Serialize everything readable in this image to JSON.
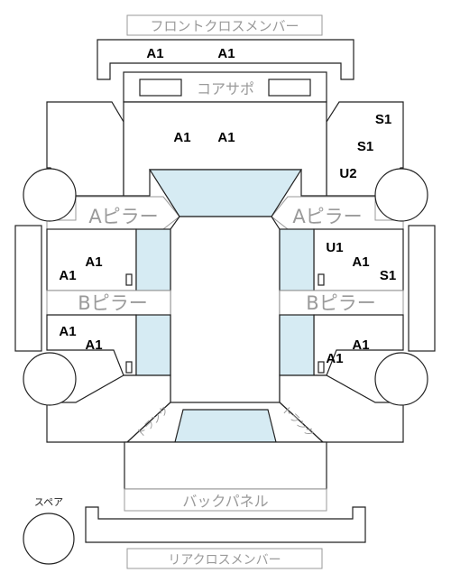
{
  "labels": {
    "front_cross_member": "フロントクロスメンバー",
    "core_support": "コアサポ",
    "a_pillar_left": "Aピラー",
    "a_pillar_right": "Aピラー",
    "b_pillar_left": "Bピラー",
    "b_pillar_right": "Bピラー",
    "back_panel": "バックパネル",
    "rear_cross_member": "リアクロスメンバー",
    "spare": "スペア",
    "trunk_left": "トランク",
    "trunk_right": "トランク"
  },
  "marks": {
    "front_cross_1": "A1",
    "front_cross_2": "A1",
    "hood_1": "A1",
    "hood_2": "A1",
    "fender_r_1": "S1",
    "fender_r_2": "S1",
    "fender_r_3": "U2",
    "front_door_l_1": "A1",
    "front_door_l_2": "A1",
    "front_door_r_1": "U1",
    "front_door_r_2": "A1",
    "front_door_r_3": "S1",
    "rear_door_l_1": "A1",
    "rear_door_l_2": "A1",
    "rear_door_r_1": "A1",
    "rear_door_r_2": "A1"
  },
  "colors": {
    "glass": "#d6ebf3",
    "outline": "#222222",
    "label_gray": "#9a9a9a"
  }
}
